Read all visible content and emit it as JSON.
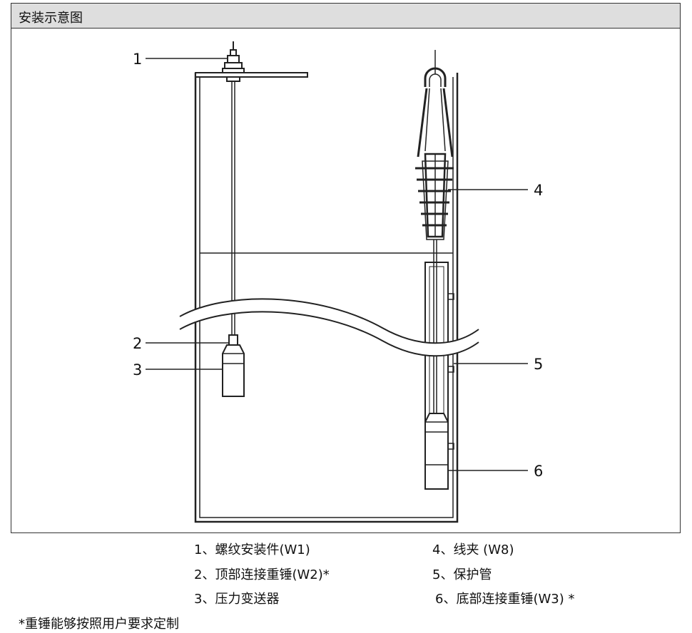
{
  "header": {
    "title": "安装示意图"
  },
  "callouts": [
    "1",
    "2",
    "3",
    "4",
    "5",
    "6"
  ],
  "legend": {
    "item1": "1、螺纹安装件(W1)",
    "item2": "2、顶部连接重锤(W2)*",
    "item3": "3、压力变送器",
    "item4": "4、线夹  (W8)",
    "item5": "5、保护管",
    "item6": "6、底部连接重锤(W3) *"
  },
  "note": "*重锤能够按照用户要求定制"
}
